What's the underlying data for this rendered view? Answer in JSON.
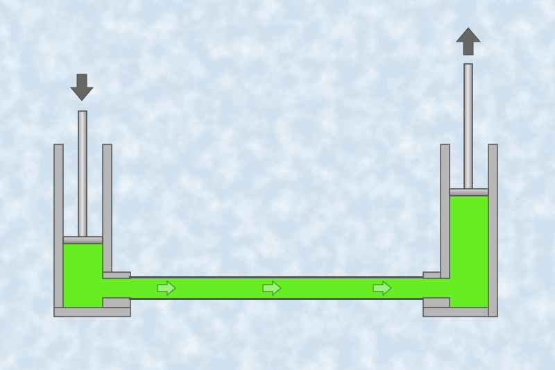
{
  "colors": {
    "background": "#cfe0ee",
    "background_speckle": "#e4eef6",
    "fluid": "#66ee22",
    "fluid_edge": "#3fbf0d",
    "cylinder_wall": "#b6b6b6",
    "cylinder_wall_edge": "#555555",
    "piston_rod": "#c8c8c8",
    "piston_rod_edge": "#4a4a4a",
    "force_arrow": "#666666",
    "flow_arrow_fill": "#9ff07a",
    "flow_arrow_stroke": "#3aa62a"
  },
  "diagram": {
    "left_piston_force": "down",
    "right_piston_force": "up",
    "flow_direction": "left-to-right",
    "flow_arrow_count": 3,
    "icons": {
      "left_force_arrow": "arrow-down-icon",
      "right_force_arrow": "arrow-up-icon",
      "flow_arrow": "arrow-right-icon"
    }
  }
}
